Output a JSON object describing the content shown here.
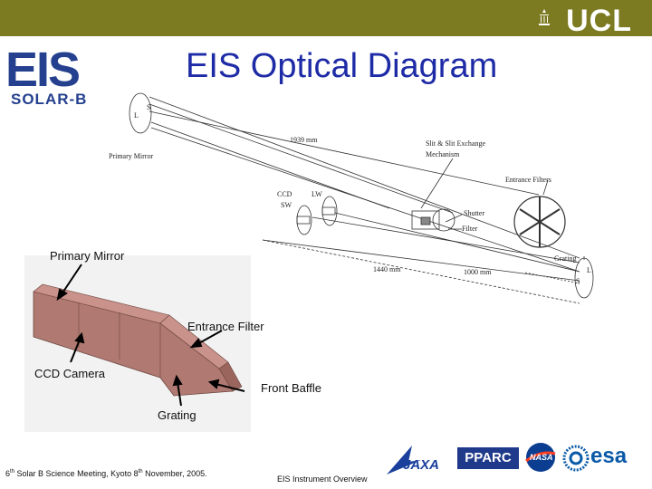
{
  "header": {
    "institution": "UCL"
  },
  "logo": {
    "main": "EIS",
    "sub": "SOLAR-B"
  },
  "title": "EIS Optical Diagram",
  "diagram": {
    "labels": {
      "primary_mirror": "Primary Mirror",
      "dist_1939": "1939 mm",
      "slit_mechanism_line1": "Slit & Slit Exchange",
      "slit_mechanism_line2": "Mechanism",
      "entrance_filters": "Entrance Filters",
      "ccd": "CCD",
      "sw": "SW",
      "lw": "LW",
      "shutter": "Shutter",
      "filter": "Filter",
      "grating": "Grating",
      "dist_1440": "1440 mm",
      "dist_1000": "1000 mm",
      "mirror_l": "L",
      "mirror_s": "S",
      "grating_l": "L",
      "grating_s": "S"
    }
  },
  "model_callouts": {
    "primary_mirror": "Primary Mirror",
    "entrance_filter": "Entrance Filter",
    "ccd_camera": "CCD Camera",
    "front_baffle": "Front Baffle",
    "grating": "Grating"
  },
  "footer": {
    "left_pre": "6",
    "left_sup1": "th",
    "left_mid": " Solar B Science Meeting, Kyoto  8",
    "left_sup2": "th",
    "left_post": " November, 2005.",
    "right": "EIS Instrument Overview"
  },
  "partners": {
    "jaxa": "JAXA",
    "pparc": "PPARC",
    "nasa": "NASA",
    "esa": "esa"
  },
  "colors": {
    "topbar": "#7d7b22",
    "title": "#1e2ba6",
    "logo": "#24408e",
    "model": "#b07a72"
  }
}
